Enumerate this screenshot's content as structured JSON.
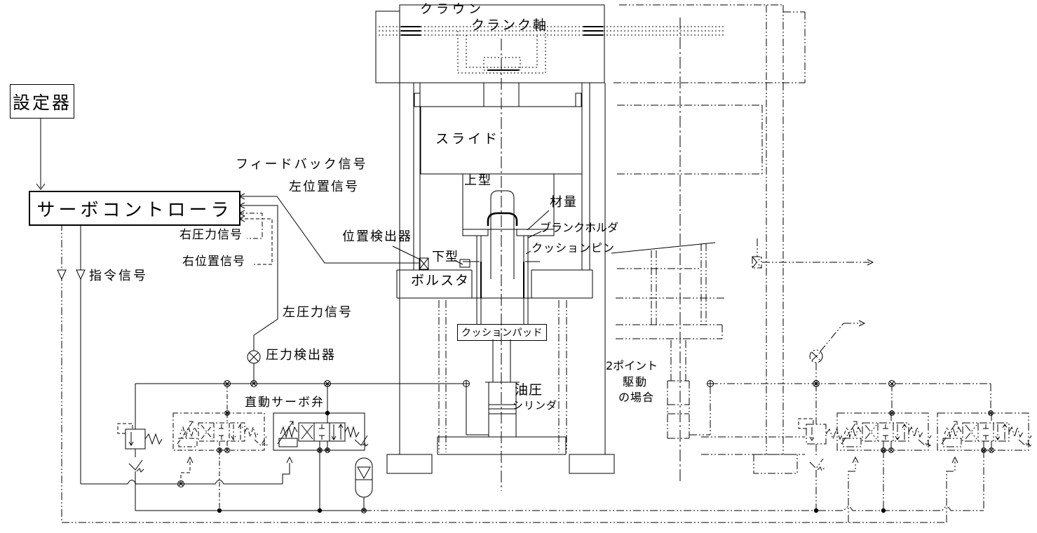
{
  "labels": {
    "setter": "設定器",
    "servo_controller": "サーボコントローラ",
    "feedback_signal": "フィードバック信号",
    "left_position_signal": "左位置信号",
    "right_pressure_signal": "右圧力信号",
    "right_position_signal": "右位置信号",
    "command_signal": "指令信号",
    "left_pressure_signal": "左圧力信号",
    "pressure_detector": "圧力検出器",
    "servo_valve": "直動サーボ弁",
    "crown": "クラウン",
    "crankshaft": "クランク軸",
    "slide": "スライド",
    "upper_die": "上型",
    "material": "材量",
    "blank_holder": "ブランクホルダ",
    "cushion_pin": "クッションピン",
    "position_detector": "位置検出器",
    "lower_die": "下型",
    "bolster": "ボルスタ",
    "cushion_pad": "クッションパッド",
    "hydraulic_cylinder_1": "油圧",
    "hydraulic_cylinder_2": "シリンダ",
    "note_line1": "2ポイント",
    "note_line2": "駆動",
    "note_line3": "の場合"
  },
  "colors": {
    "line": "#000000",
    "background": "#ffffff"
  }
}
